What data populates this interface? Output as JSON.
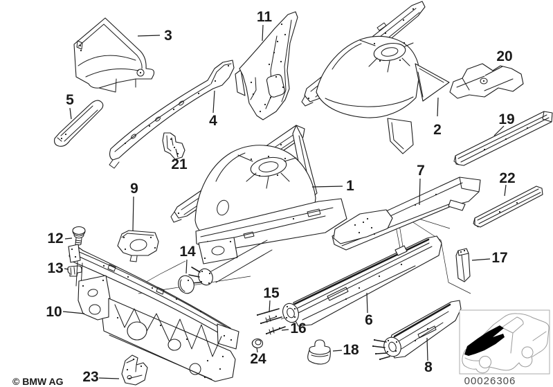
{
  "diagram": {
    "copyright": "© BMW AG",
    "image_code": "00026306",
    "callouts": [
      "1",
      "2",
      "3",
      "4",
      "5",
      "6",
      "7",
      "8",
      "9",
      "10",
      "11",
      "12",
      "13",
      "14",
      "15",
      "16",
      "17",
      "18",
      "19",
      "20",
      "21",
      "22",
      "23",
      "24"
    ]
  },
  "colors": {
    "line": "#1a1a1a",
    "code_text": "#4a4a4a",
    "box_border": "#ababab",
    "car_line": "#9a9a9a",
    "highlight": "#000000"
  }
}
